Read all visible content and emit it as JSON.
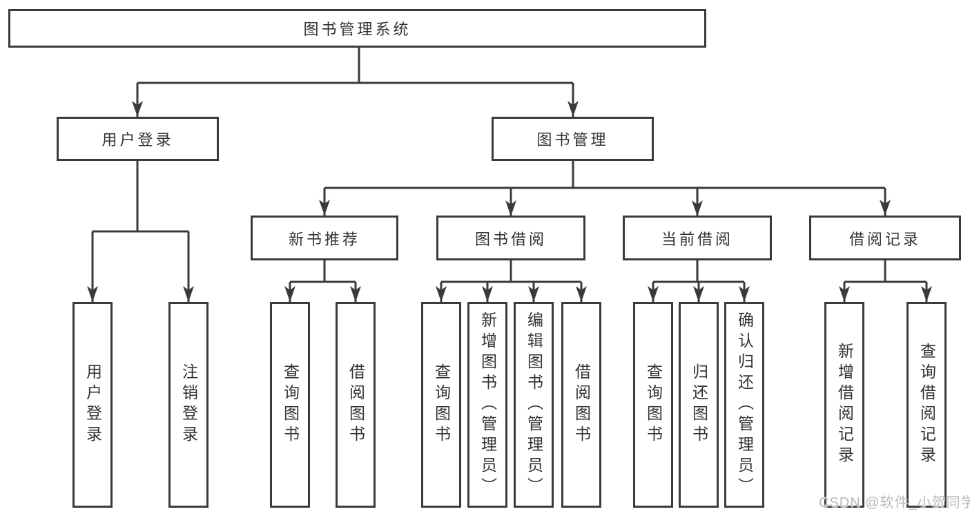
{
  "tree": {
    "root": "图书管理系统",
    "branches": [
      {
        "label": "用户登录",
        "children": [
          "用户登录",
          "注销登录"
        ]
      },
      {
        "label": "图书管理",
        "sections": [
          {
            "label": "新书推荐",
            "children": [
              "查询图书",
              "借阅图书"
            ]
          },
          {
            "label": "图书借阅",
            "children": [
              "查询图书",
              "新增图书（管理员）",
              "编辑图书（管理员）",
              "借阅图书"
            ]
          },
          {
            "label": "当前借阅",
            "children": [
              "查询图书",
              "归还图书",
              "确认归还（管理员）"
            ]
          },
          {
            "label": "借阅记录",
            "children": [
              "新增借阅记录",
              "查询借阅记录"
            ]
          }
        ]
      }
    ]
  },
  "watermark": {
    "text": "CSDN @软件_小贺同学",
    "color": "#b9b9b9"
  },
  "colors": {
    "line": "#3a3a3a",
    "text": "#333333",
    "background": "#ffffff"
  }
}
